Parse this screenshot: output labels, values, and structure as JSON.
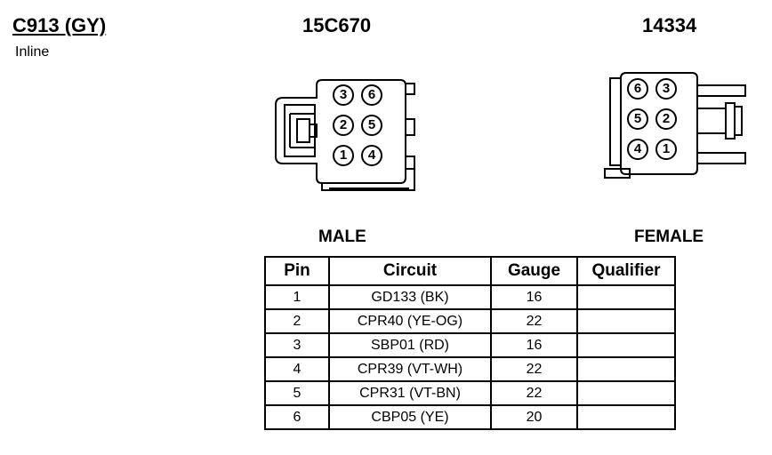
{
  "header": {
    "connector_id": "C913 (GY)",
    "connector_type": "Inline",
    "male_part_number": "15C670",
    "female_part_number": "14334"
  },
  "labels": {
    "male": "MALE",
    "female": "FEMALE"
  },
  "male_connector": {
    "pin_layout": [
      [
        "3",
        "6"
      ],
      [
        "2",
        "5"
      ],
      [
        "1",
        "4"
      ]
    ]
  },
  "female_connector": {
    "pin_layout": [
      [
        "6",
        "3"
      ],
      [
        "5",
        "2"
      ],
      [
        "4",
        "1"
      ]
    ]
  },
  "table": {
    "headers": {
      "pin": "Pin",
      "circuit": "Circuit",
      "gauge": "Gauge",
      "qualifier": "Qualifier"
    },
    "rows": [
      {
        "pin": "1",
        "circuit": "GD133 (BK)",
        "gauge": "16",
        "qualifier": ""
      },
      {
        "pin": "2",
        "circuit": "CPR40 (YE-OG)",
        "gauge": "22",
        "qualifier": ""
      },
      {
        "pin": "3",
        "circuit": "SBP01 (RD)",
        "gauge": "16",
        "qualifier": ""
      },
      {
        "pin": "4",
        "circuit": "CPR39 (VT-WH)",
        "gauge": "22",
        "qualifier": ""
      },
      {
        "pin": "5",
        "circuit": "CPR31 (VT-BN)",
        "gauge": "22",
        "qualifier": ""
      },
      {
        "pin": "6",
        "circuit": "CBP05 (YE)",
        "gauge": "20",
        "qualifier": ""
      }
    ]
  }
}
